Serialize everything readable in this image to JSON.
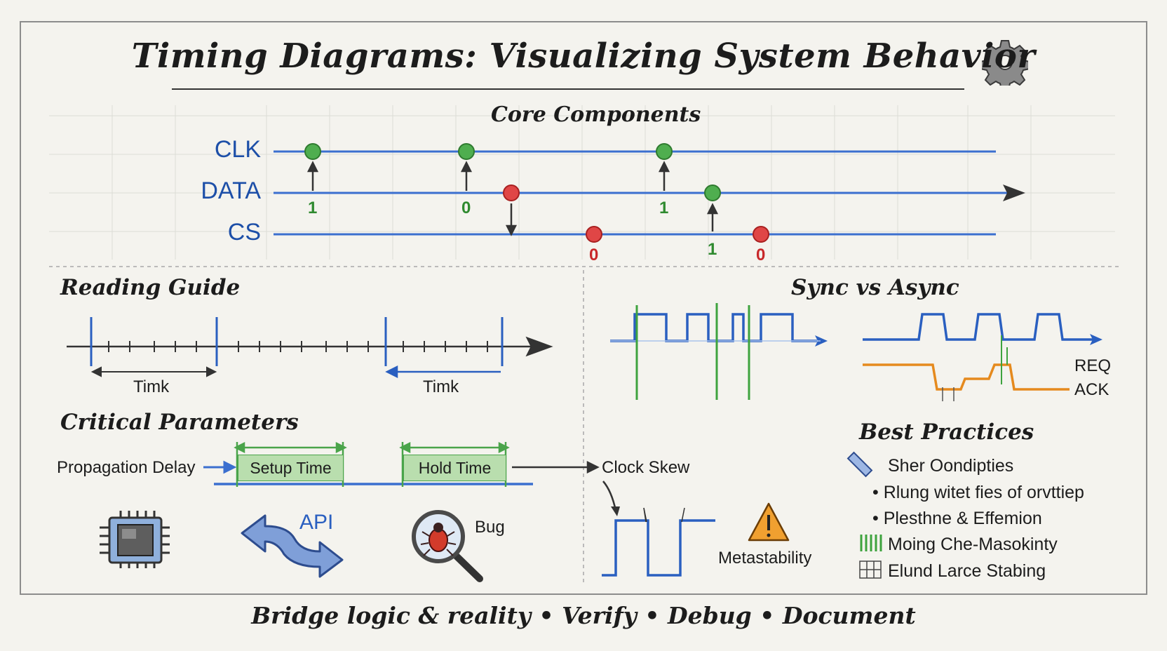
{
  "title": "Timing Diagrams: Visualizing System Behavior",
  "icons": {
    "gear": "gear-icon",
    "chip": "chip-icon",
    "api": "api-arrows-icon",
    "bug": "bug-magnifier-icon",
    "warning": "warning-icon",
    "ruler": "ruler-icon",
    "stripes": "stripes-icon",
    "grid": "grid-icon"
  },
  "core": {
    "heading": "Core Components",
    "signals": [
      "CLK",
      "DATA",
      "CS"
    ],
    "values": {
      "clk1": "1",
      "clk2": "0",
      "clk3": "1",
      "data1": "1",
      "cs1": "0",
      "cs2": "0"
    }
  },
  "reading": {
    "heading": "Reading Guide",
    "label1": "Timk",
    "label2": "Timk"
  },
  "sync": {
    "heading": "Sync vs Async",
    "req": "REQ",
    "ack": "ACK"
  },
  "params": {
    "heading": "Critical Parameters",
    "propagation": "Propagation Delay",
    "setup": "Setup Time",
    "hold": "Hold Time",
    "skew": "Clock Skew"
  },
  "bottom": {
    "api": "API",
    "bug": "Bug",
    "metastability": "Metastability"
  },
  "best": {
    "heading": "Best Practices",
    "items": [
      "Sher Oondipties",
      "• Rlung witet fies of orvttiep",
      "• Plesthne & Effemion",
      "Moing Che-Masokinty",
      "Elund Larce Stabing"
    ]
  },
  "footer": "Bridge logic & reality • Verify • Debug • Document",
  "colors": {
    "blue": "#1d4fa8",
    "green": "#2f8a2f",
    "red": "#c8282a",
    "orange": "#e58a1e"
  }
}
